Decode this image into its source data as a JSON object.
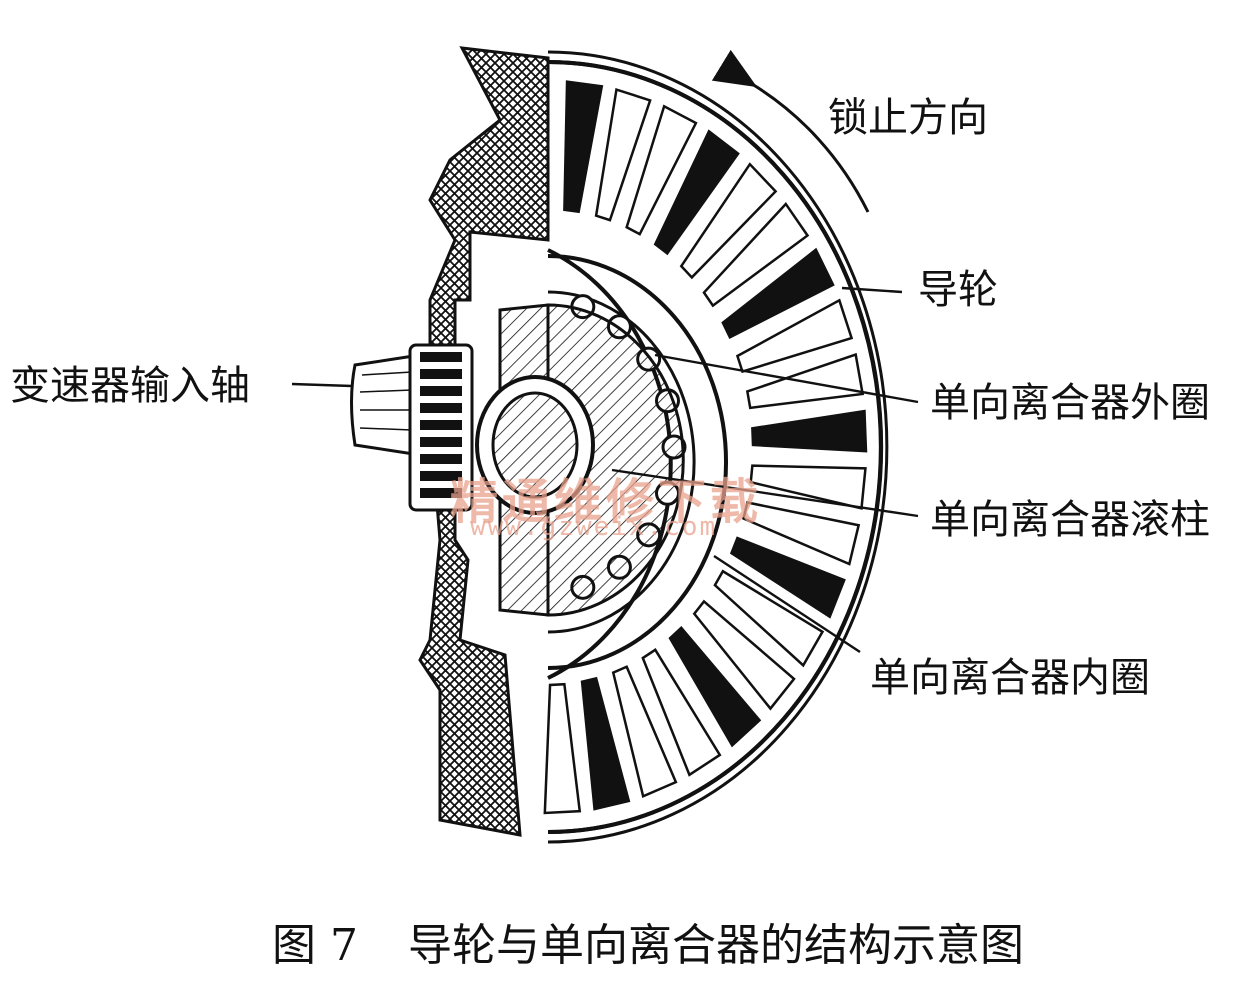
{
  "labels": {
    "lock_direction": "锁止方向",
    "stator": "导轮",
    "input_shaft": "变速器输入轴",
    "outer_race": "单向离合器外圈",
    "roller": "单向离合器滚柱",
    "inner_race": "单向离合器内圈"
  },
  "caption": {
    "number": "图 7",
    "title": "导轮与单向离合器的结构示意图"
  },
  "watermark": {
    "text": "精通维修下载",
    "url": "www.gzweix.com"
  },
  "colors": {
    "line": "#111111",
    "watermark": "#e9a28d",
    "background": "#ffffff"
  }
}
